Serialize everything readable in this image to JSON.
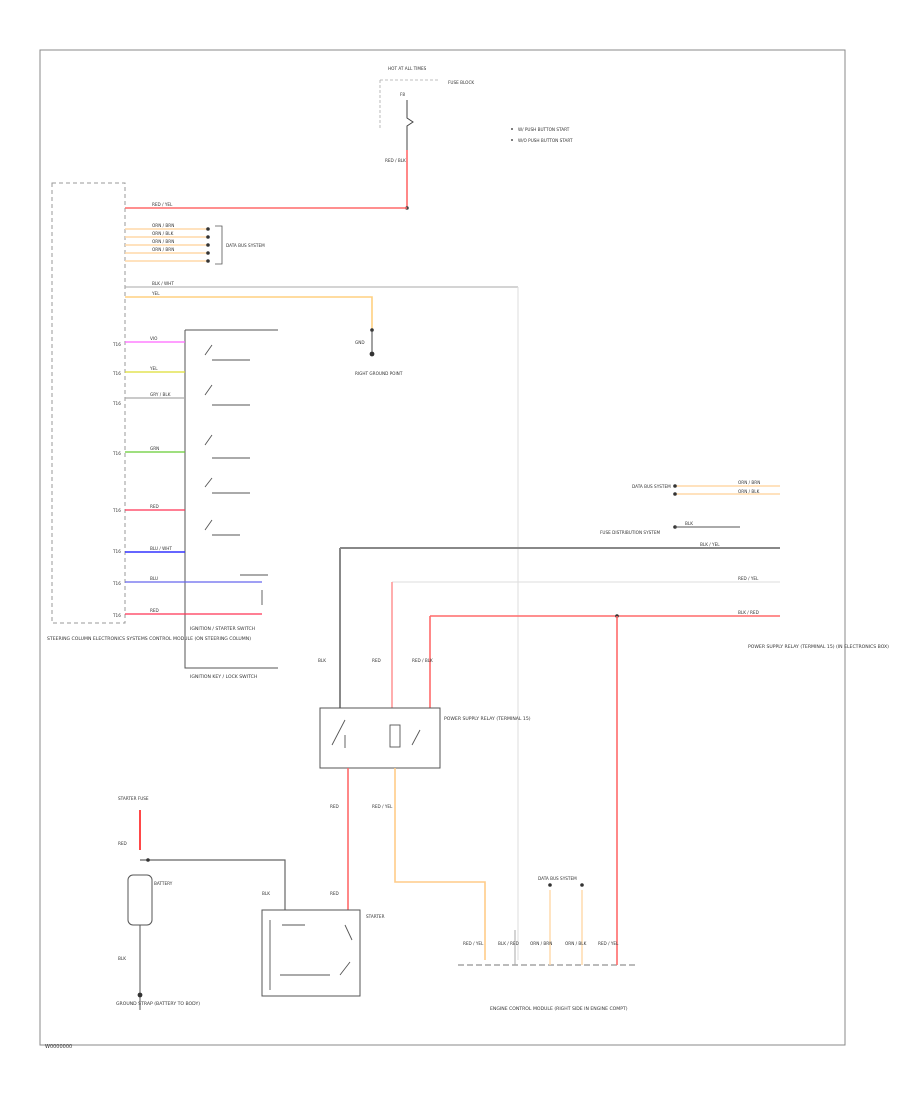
{
  "footer_code": "W0000000",
  "top": {
    "fuse_box_label": "HOT AT ALL TIMES",
    "fuse_label": "FUSE BLOCK",
    "fuse_id": "F8",
    "wire_label": "RED / BLK",
    "notes": [
      "W/ PUSH BUTTON START",
      "W/O PUSH BUTTON START"
    ]
  },
  "left_module": {
    "name": "STEERING COLUMN ELECTRONICS SYSTEMS CONTROL MODULE (ON STEERING COLUMN)",
    "pin_labels": [
      "T16",
      "T16",
      "T16",
      "T16",
      "T16",
      "T16",
      "T16",
      "T16"
    ],
    "top_wires": [
      "RED / YEL",
      "ORN / BRN",
      "ORN / BLK",
      "ORN / BRN",
      "ORN / BRN"
    ],
    "data_bus_label": "DATA BUS SYSTEM",
    "wire_blk_wht": "BLK / WHT",
    "wire_yel": "YEL",
    "ground_label": "GND",
    "ground_name": "RIGHT GROUND POINT"
  },
  "switch_block": {
    "name": "IGNITION / STARTER SWITCH",
    "sub_name": "IGNITION KEY / LOCK SWITCH",
    "wires": [
      "VIO",
      "YEL",
      "GRY / BLK",
      "GRN",
      "RED",
      "BLU / WHT",
      "BLU",
      "RED"
    ]
  },
  "right_module": {
    "name": "POWER SUPPLY RELAY (TERMINAL 15) (IN ELECTRONICS BOX)",
    "data_bus_label": "DATA BUS SYSTEM",
    "fuse_label": "FUSE DISTRIBUTION SYSTEM",
    "wires": [
      "ORN / BRN",
      "ORN / BLK",
      "BLK",
      "BLK / YEL",
      "RED / YEL",
      "BLK / RED"
    ]
  },
  "relay": {
    "name": "POWER SUPPLY RELAY (TERMINAL 15)",
    "wires": [
      "BLK",
      "RED",
      "RED / BLK",
      "RED / YEL"
    ]
  },
  "battery": {
    "name": "BATTERY",
    "fuse_label": "STARTER FUSE",
    "wire_top": "RED",
    "wire_bottom": "BLK",
    "ground_name": "GROUND STRAP (BATTERY TO BODY)"
  },
  "starter": {
    "name": "STARTER",
    "wire_in": "BLK",
    "wire_out": "RED"
  },
  "engine_module": {
    "name": "ENGINE CONTROL MODULE (RIGHT SIDE IN ENGINE COMPT)",
    "data_bus_label": "DATA BUS SYSTEM",
    "wires": [
      "RED / YEL",
      "BLK / RED",
      "ORN / BRN",
      "ORN / BLK",
      "RED / YEL"
    ]
  }
}
